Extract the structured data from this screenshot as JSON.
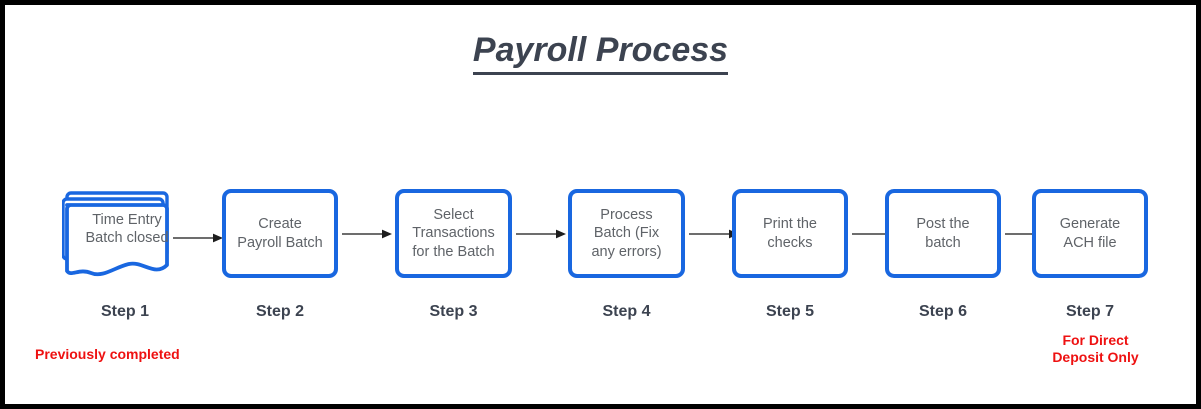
{
  "title": "Payroll Process",
  "colors": {
    "node_border": "#1967e0",
    "node_text": "#5f6368",
    "label_text": "#3c4350",
    "note_red": "#ee1111",
    "arrow": "#3d3d3d",
    "frame": "#000000",
    "background": "#ffffff"
  },
  "chart_data": {
    "type": "diagram",
    "diagram_type": "flowchart",
    "orientation": "left-to-right",
    "title": "Payroll Process",
    "nodes": [
      {
        "id": "step1",
        "shape": "multi-document",
        "label": "Time Entry\nBatch closed",
        "label_line1": "Time Entry",
        "label_line2": "Batch closed",
        "step": "Step 1",
        "note": "Previously completed"
      },
      {
        "id": "step2",
        "shape": "rounded-rectangle",
        "label": "Create\nPayroll Batch",
        "label_line1": "Create",
        "label_line2": "Payroll Batch",
        "step": "Step 2",
        "note": ""
      },
      {
        "id": "step3",
        "shape": "rounded-rectangle",
        "label": "Select\nTransactions\nfor the Batch",
        "label_line1": "Select",
        "label_line2": "Transactions",
        "label_line3": "for the Batch",
        "step": "Step 3",
        "note": ""
      },
      {
        "id": "step4",
        "shape": "rounded-rectangle",
        "label": "Process\nBatch (Fix\nany errors)",
        "label_line1": "Process",
        "label_line2": "Batch (Fix",
        "label_line3": "any errors)",
        "step": "Step 4",
        "note": ""
      },
      {
        "id": "step5",
        "shape": "rounded-rectangle",
        "label": "Print the\nchecks",
        "label_line1": "Print the",
        "label_line2": "checks",
        "step": "Step 5",
        "note": ""
      },
      {
        "id": "step6",
        "shape": "rounded-rectangle",
        "label": "Post the\nbatch",
        "label_line1": "Post the",
        "label_line2": "batch",
        "step": "Step 6",
        "note": ""
      },
      {
        "id": "step7",
        "shape": "rounded-rectangle",
        "label": "Generate\nACH file",
        "label_line1": "Generate",
        "label_line2": "ACH file",
        "step": "Step 7",
        "note": "For Direct\nDeposit Only"
      }
    ],
    "edges": [
      {
        "from": "step1",
        "to": "step2",
        "label": ""
      },
      {
        "from": "step2",
        "to": "step3",
        "label": ""
      },
      {
        "from": "step3",
        "to": "step4",
        "label": ""
      },
      {
        "from": "step4",
        "to": "step5",
        "label": ""
      },
      {
        "from": "step5",
        "to": "step6",
        "label": ""
      },
      {
        "from": "step6",
        "to": "step7",
        "label": ""
      }
    ],
    "annotations": [
      {
        "text": "Previously completed",
        "color": "#ee1111",
        "near": "step1"
      },
      {
        "text": "For Direct Deposit Only",
        "color": "#ee1111",
        "near": "step7"
      }
    ]
  },
  "nodes": {
    "step1": {
      "line1": "Time Entry",
      "line2": "Batch closed"
    },
    "step2": {
      "line1": "Create",
      "line2": "Payroll Batch"
    },
    "step3": {
      "line1": "Select",
      "line2": "Transactions",
      "line3": "for the Batch"
    },
    "step4": {
      "line1": "Process",
      "line2": "Batch (Fix",
      "line3": "any errors)"
    },
    "step5": {
      "line1": "Print the",
      "line2": "checks"
    },
    "step6": {
      "line1": "Post the",
      "line2": "batch"
    },
    "step7": {
      "line1": "Generate",
      "line2": "ACH file"
    }
  },
  "steps": {
    "s1": "Step 1",
    "s2": "Step 2",
    "s3": "Step 3",
    "s4": "Step 4",
    "s5": "Step 5",
    "s6": "Step 6",
    "s7": "Step 7"
  },
  "notes": {
    "previously_completed": "Previously completed",
    "ach_line1": "For Direct",
    "ach_line2": "Deposit Only"
  }
}
